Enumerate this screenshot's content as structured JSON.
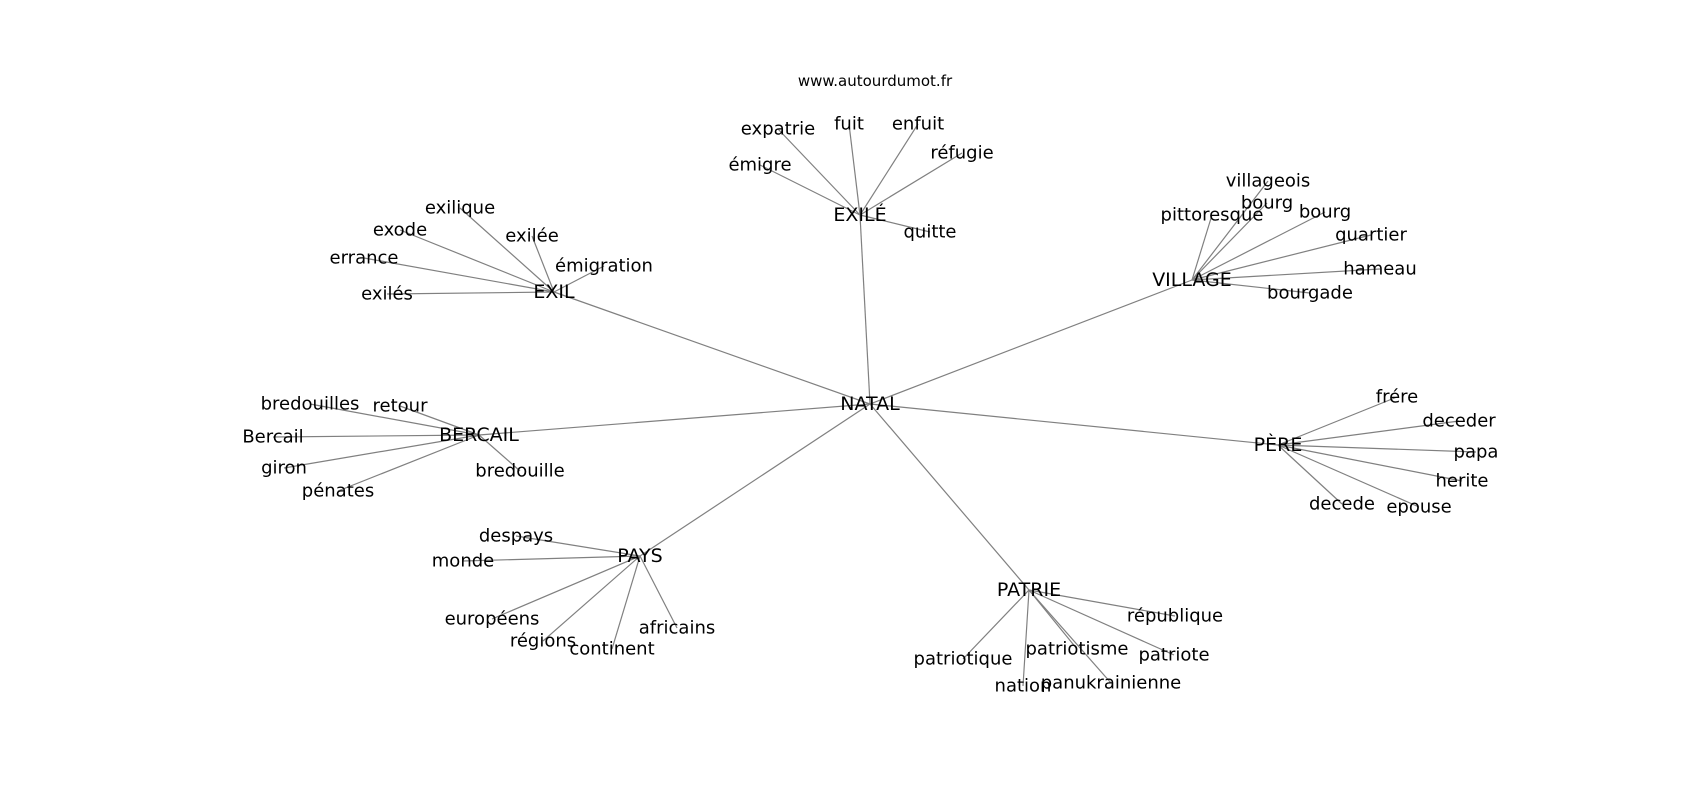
{
  "credit": "www.autourdumot.fr",
  "center": "NATAL",
  "colors": {
    "edge": "#808080",
    "text": "#000000",
    "background": "#ffffff"
  },
  "clusters": [
    {
      "hub": "EXILÉ",
      "words": [
        "expatrie",
        "fuit",
        "enfuit",
        "réfugie",
        "émigre",
        "quitte"
      ]
    },
    {
      "hub": "EXIL",
      "words": [
        "exilique",
        "exode",
        "exilée",
        "errance",
        "émigration",
        "exilés"
      ]
    },
    {
      "hub": "VILLAGE",
      "words": [
        "villageois",
        "bourg",
        "pittoresque",
        "bourg",
        "quartier",
        "hameau",
        "bourgade"
      ]
    },
    {
      "hub": "BERCAIL",
      "words": [
        "bredouilles",
        "retour",
        "Bercail",
        "giron",
        "pénates",
        "bredouille"
      ]
    },
    {
      "hub": "PÈRE",
      "words": [
        "frére",
        "deceder",
        "papa",
        "herite",
        "epouse",
        "decede"
      ]
    },
    {
      "hub": "PAYS",
      "words": [
        "despays",
        "monde",
        "européens",
        "régions",
        "continent",
        "africains"
      ]
    },
    {
      "hub": "PATRIE",
      "words": [
        "république",
        "patriote",
        "patriotique",
        "patriotisme",
        "panukrainienne",
        "nation"
      ]
    }
  ]
}
